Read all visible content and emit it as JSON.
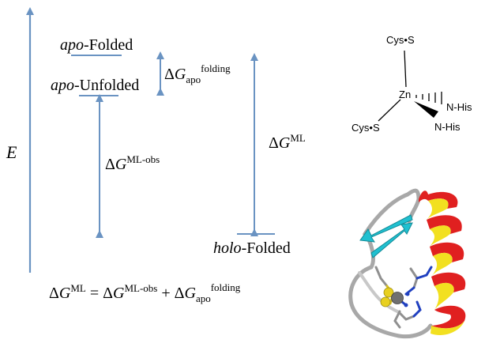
{
  "energy_diagram": {
    "axis_label": "E",
    "levels": {
      "apo_folded": {
        "italic": "apo",
        "rest": "-Folded"
      },
      "apo_unfolded": {
        "italic": "apo",
        "rest": "-Unfolded"
      },
      "holo_folded": {
        "italic": "holo",
        "rest": "-Folded"
      }
    },
    "labels": {
      "delta": "Δ",
      "G": "G",
      "apo_sub": "apo",
      "folding_sup": "folding",
      "ml_obs_sup": "ML-obs",
      "ml_sup": "ML"
    },
    "equation": {
      "equals": " = ",
      "plus": " + "
    },
    "colors": {
      "arrow": "#6a93c2",
      "level_line": "#6a93c2",
      "text": "#000000"
    }
  },
  "zinc_site": {
    "metal": "Zn",
    "ligands": [
      "Cys•S",
      "Cys•S",
      "N-His",
      "N-His"
    ]
  },
  "protein_structure": {
    "colors": {
      "helix": "#e02020",
      "helix_edge": "#f2e020",
      "strand": "#20c0d0",
      "coil": "#a0a0a0",
      "zinc": "#707070",
      "sulfur": "#e8d020",
      "nitrogen": "#2040c0"
    }
  }
}
